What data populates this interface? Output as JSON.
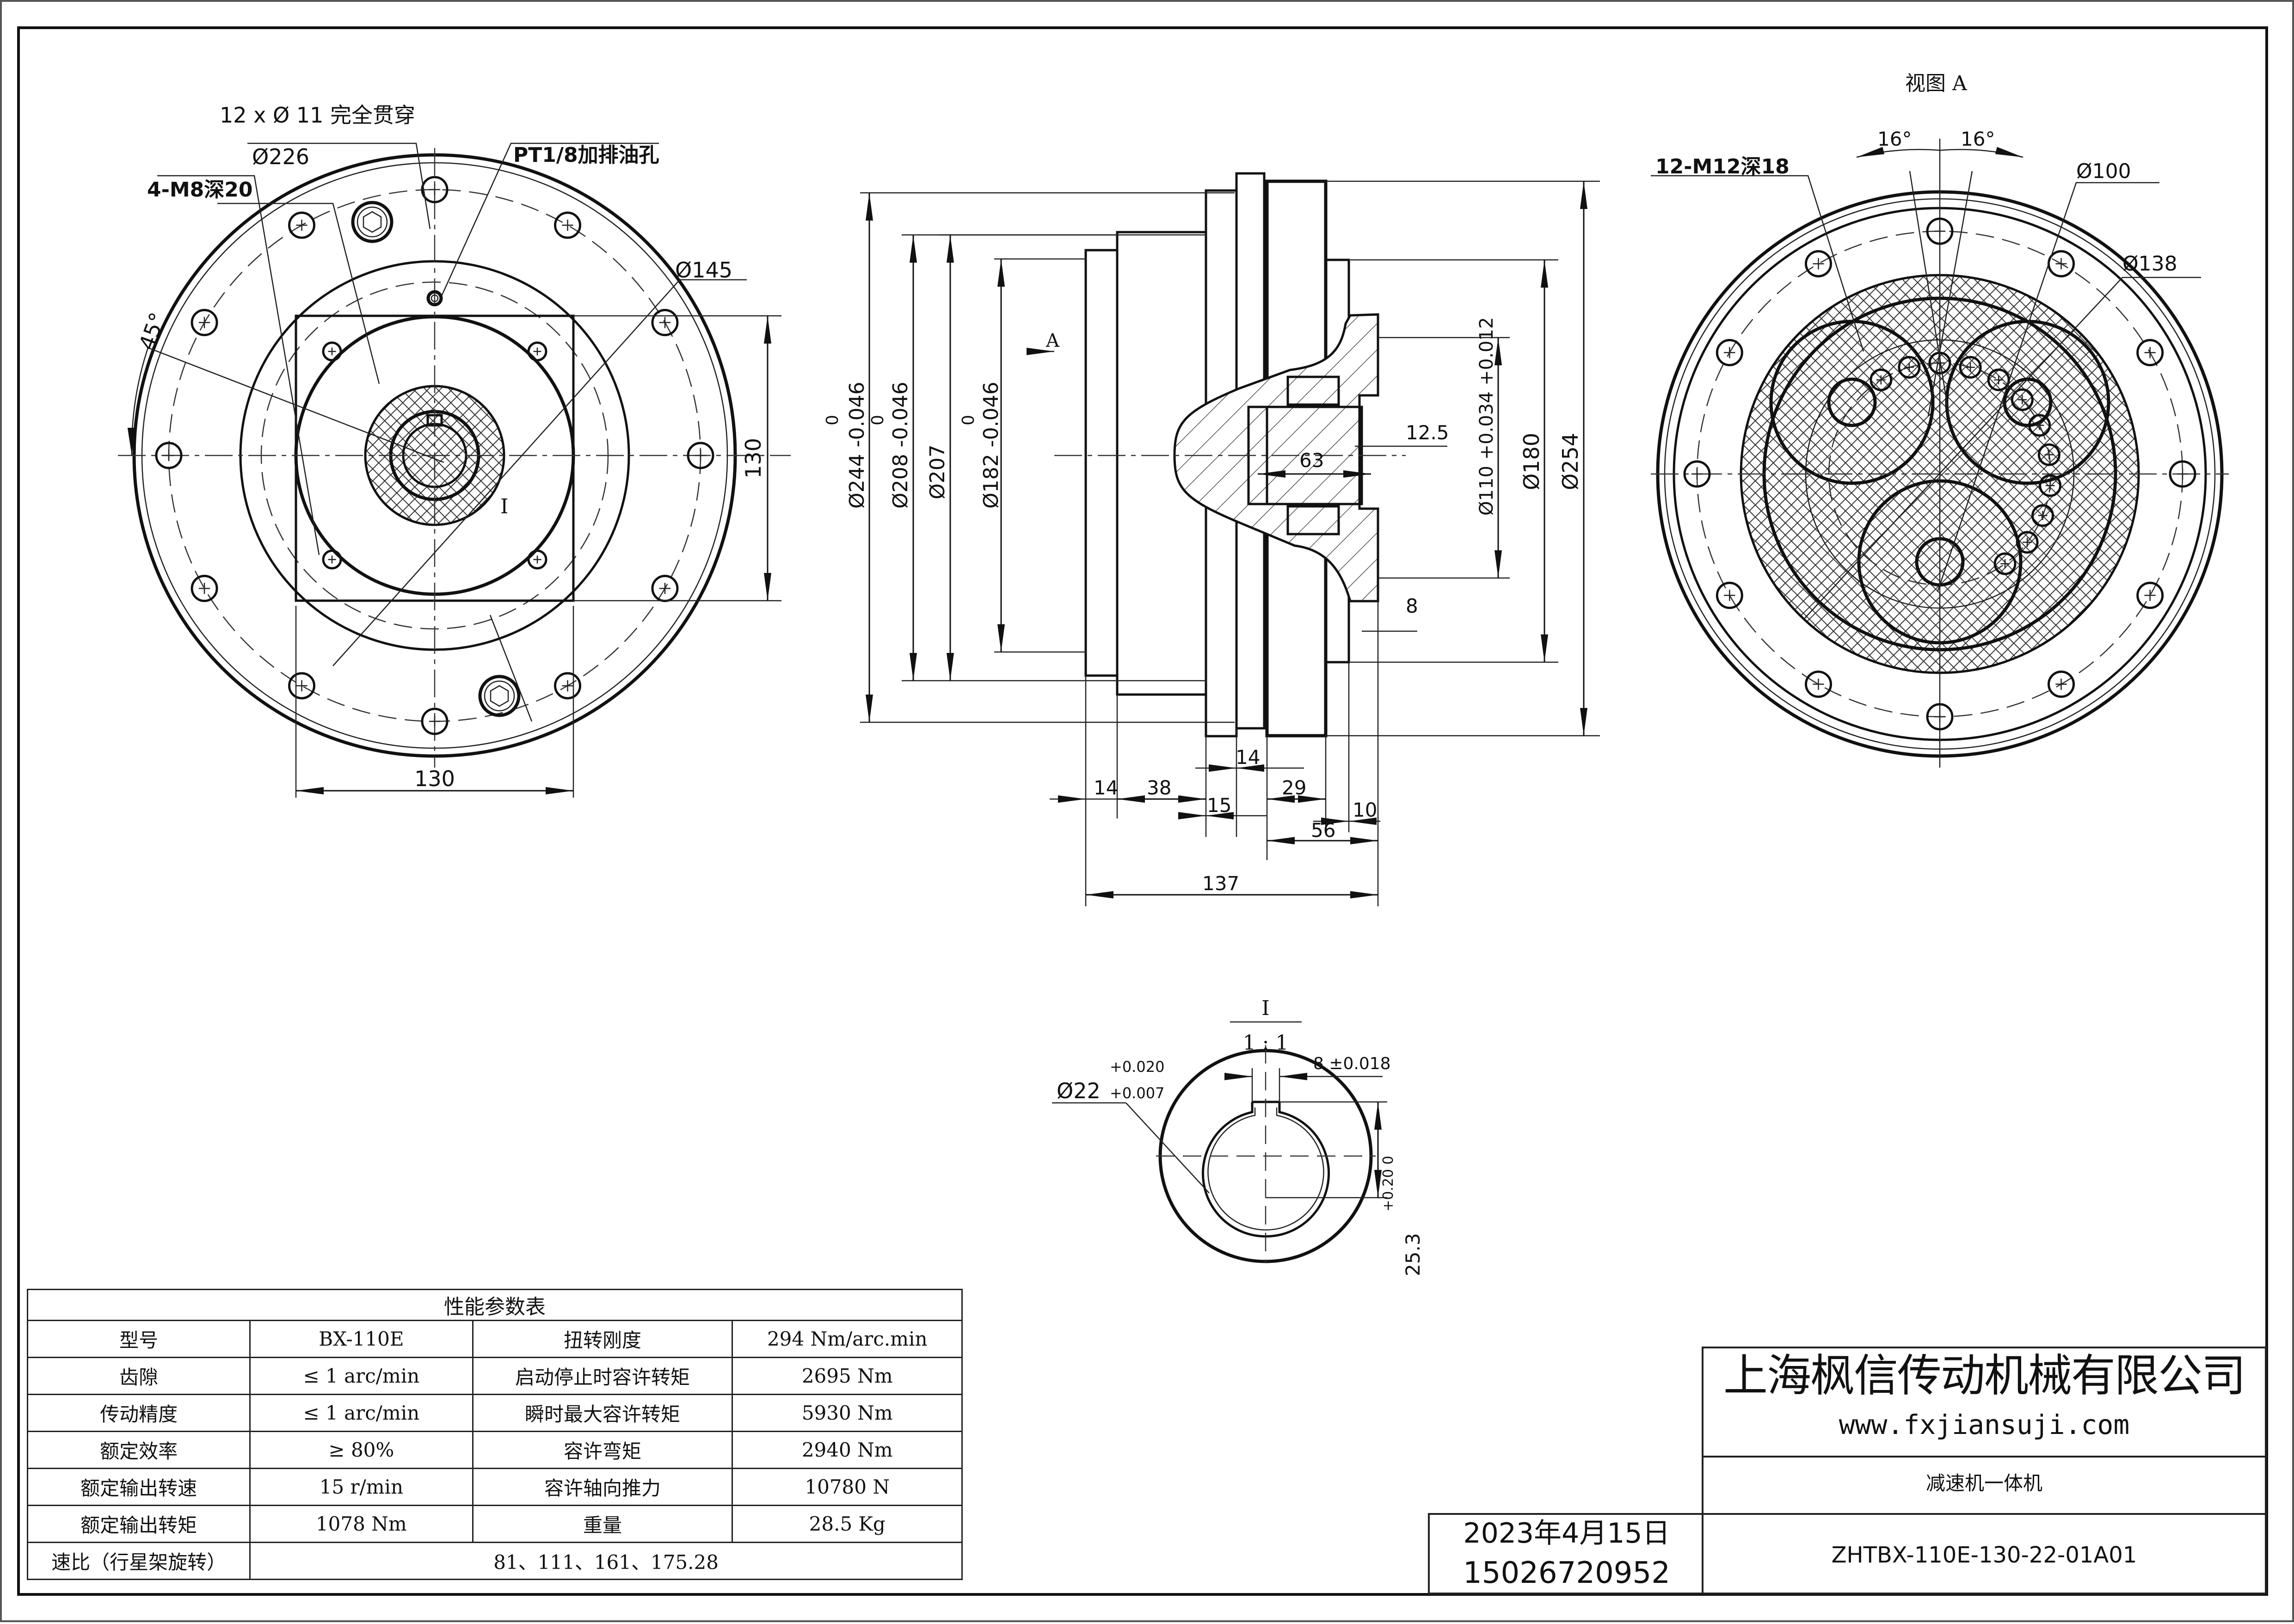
{
  "front_view": {
    "callouts": {
      "through_holes": "12 x Ø 11 完全贯穿",
      "dia_226": "Ø226",
      "oil_port": "PT1/8加排油孔",
      "tapped_holes": "4-M8深20",
      "dia_145": "Ø145",
      "angle": "45°",
      "section_mark": "I"
    },
    "dims": {
      "width": "130",
      "height": "130"
    }
  },
  "side_view": {
    "view_arrow": "A",
    "diameters_left": [
      "Ø244 -0.046",
      "Ø208 -0.046",
      "Ø207",
      "Ø182 -0.046"
    ],
    "tolerance_upper": "0",
    "diameters_right": [
      "Ø110 +0.034 +0.012",
      "Ø180",
      "Ø254"
    ],
    "inner": {
      "bore_depth": "63",
      "recess": "12.5",
      "pilot": "8"
    },
    "lengths": {
      "a": "14",
      "b": "38",
      "c": "15",
      "d": "14",
      "e": "29",
      "f": "10",
      "g": "56",
      "total": "137"
    }
  },
  "view_a": {
    "title": "视图 A",
    "callouts": {
      "tapped": "12-M12深18",
      "dia_100": "Ø100",
      "dia_138": "Ø138",
      "angle_left": "16°",
      "angle_right": "16°"
    }
  },
  "detail_i": {
    "label": "I",
    "scale": "1 : 1",
    "bore": "Ø22",
    "bore_tol_upper": "+0.020",
    "bore_tol_lower": "+0.007",
    "key_width": "8 ±0.018",
    "key_depth": "25.3",
    "key_depth_tol": "+0.20 0"
  },
  "performance_table": {
    "title": "性能参数表",
    "rows": [
      {
        "k1": "型号",
        "v1": "BX-110E",
        "k2": "扭转刚度",
        "v2": "294 Nm/arc.min"
      },
      {
        "k1": "齿隙",
        "v1": "≤ 1 arc/min",
        "k2": "启动停止时容许转矩",
        "v2": "2695 Nm"
      },
      {
        "k1": "传动精度",
        "v1": "≤ 1 arc/min",
        "k2": "瞬时最大容许转矩",
        "v2": "5930 Nm"
      },
      {
        "k1": "额定效率",
        "v1": "≥ 80%",
        "k2": "容许弯矩",
        "v2": "2940 Nm"
      },
      {
        "k1": "额定输出转速",
        "v1": "15 r/min",
        "k2": "容许轴向推力",
        "v2": "10780 N"
      },
      {
        "k1": "额定输出转矩",
        "v1": "1078 Nm",
        "k2": "重量",
        "v2": "28.5 Kg"
      }
    ],
    "ratio_label": "速比（行星架旋转）",
    "ratio_value": "81、111、161、175.28"
  },
  "title_block": {
    "company": "上海枫信传动机械有限公司",
    "website": "www.fxjiansuji.com",
    "product": "减速机一体机",
    "date": "2023年4月15日",
    "phone": "15026720952",
    "drawing_no": "ZHTBX-110E-130-22-01A01"
  }
}
